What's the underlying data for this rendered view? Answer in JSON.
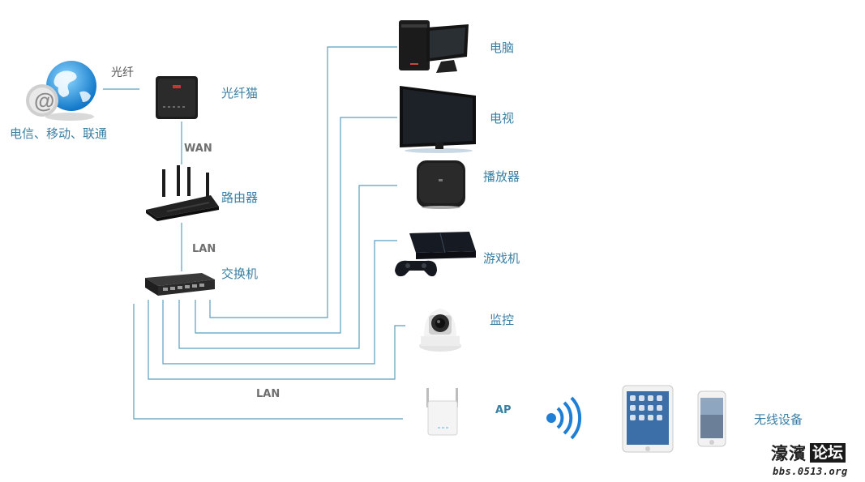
{
  "isp": {
    "label": "电信、移动、联通"
  },
  "links": {
    "fiber": "光纤",
    "wan": "WAN",
    "lan_upper": "LAN",
    "lan_lower": "LAN"
  },
  "devices": {
    "modem": "光纤猫",
    "router": "路由器",
    "switch": "交换机",
    "computer": "电脑",
    "tv": "电视",
    "player": "播放器",
    "console": "游戏机",
    "camera": "监控",
    "ap": "AP",
    "wireless": "无线设备"
  },
  "watermark": {
    "name": "濠濱",
    "badge": "论坛",
    "url": "bbs.0513.org"
  },
  "colors": {
    "label": "#3a7fa3",
    "wire": "#5a9fbf",
    "gray_label": "#6f6f6f"
  }
}
